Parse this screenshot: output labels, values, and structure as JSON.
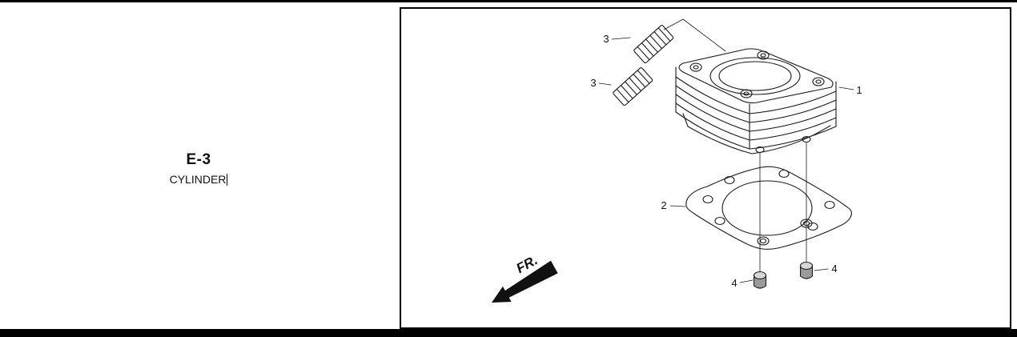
{
  "left_panel": {
    "section_code": "E-3",
    "section_title": "CYLINDER"
  },
  "diagram": {
    "fr_indicator": "FR.",
    "callouts": [
      {
        "label": "1"
      },
      {
        "label": "2"
      },
      {
        "label": "3"
      },
      {
        "label": "3"
      },
      {
        "label": "4"
      },
      {
        "label": "4"
      }
    ]
  },
  "colors": {
    "line": "#1a1a1a",
    "frame_border": "#000000",
    "background": "#ffffff"
  }
}
